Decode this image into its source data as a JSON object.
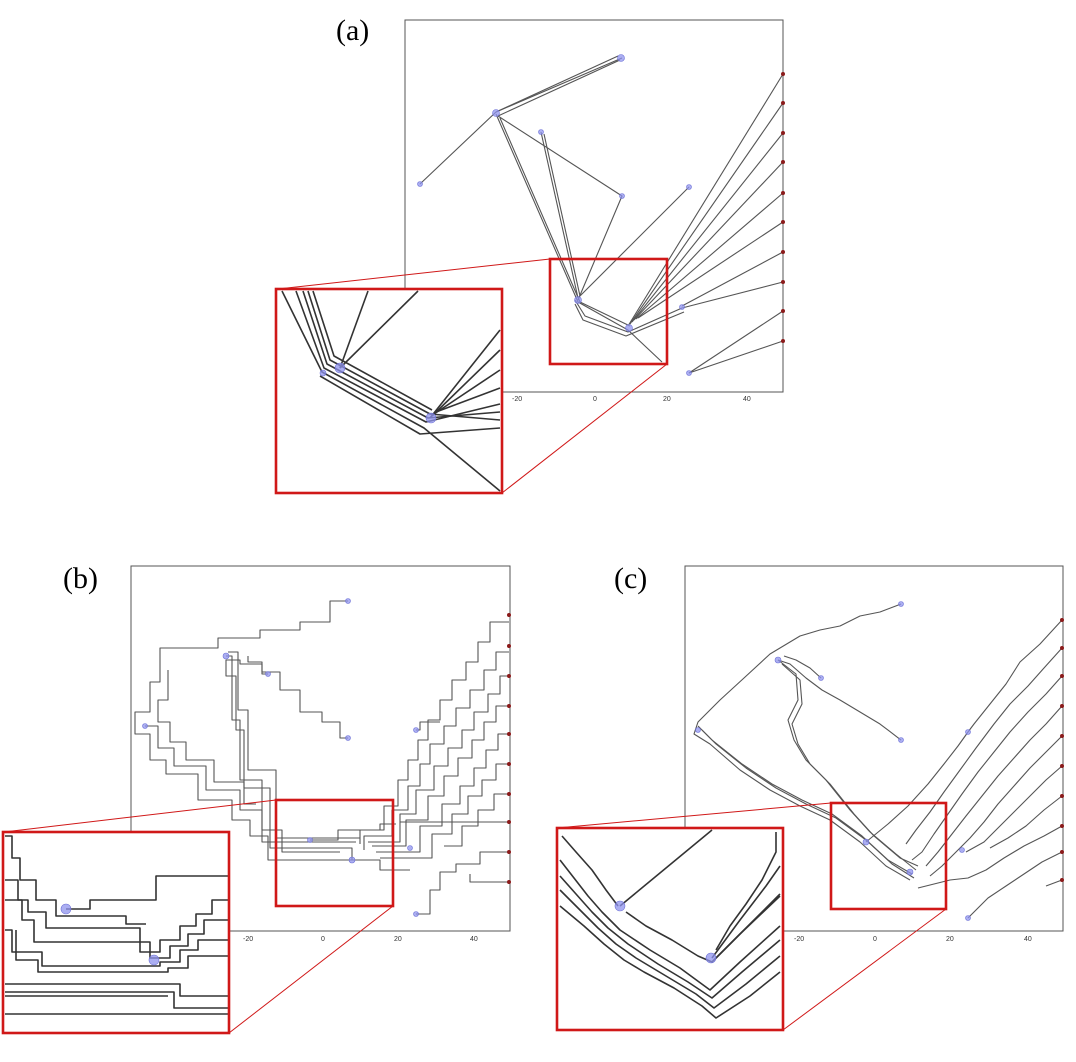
{
  "panels": [
    {
      "id": "a",
      "label": "(a)",
      "x_ticks": [
        "-20",
        "0",
        "20",
        "40"
      ]
    },
    {
      "id": "b",
      "label": "(b)",
      "x_ticks": [
        "-20",
        "0",
        "20",
        "40"
      ]
    },
    {
      "id": "c",
      "label": "(c)",
      "x_ticks": [
        "-20",
        "0",
        "20",
        "40"
      ]
    }
  ],
  "colors": {
    "frame": "#555555",
    "wire": "#555555",
    "pin": "#8f93ee",
    "pad": "#8b1a1a",
    "zoom": "#d01818"
  }
}
